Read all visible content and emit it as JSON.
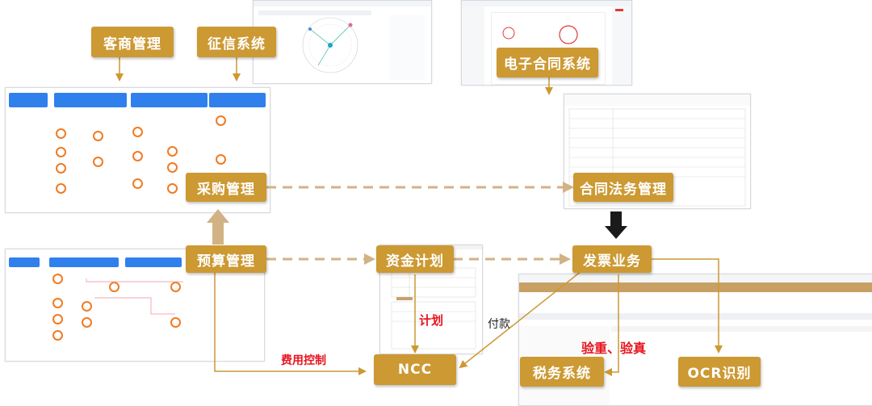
{
  "nodes": {
    "merchant": "客商管理",
    "credit": "征信系统",
    "econtract": "电子合同系统",
    "purchase": "采购管理",
    "contract_legal": "合同法务管理",
    "budget": "预算管理",
    "fund_plan": "资金计划",
    "invoice": "发票业务",
    "ncc": "NCC",
    "tax": "税务系统",
    "ocr": "OCR识别"
  },
  "labels": {
    "plan": "计划",
    "expense_control": "费用控制",
    "payment": "付款",
    "verify": "验重、验真"
  },
  "colors": {
    "node": "#cc9933",
    "arrow": "#cc9933",
    "dashed": "#d2b285",
    "red": "#e8141e",
    "black_arrow": "#1a1a1a"
  }
}
